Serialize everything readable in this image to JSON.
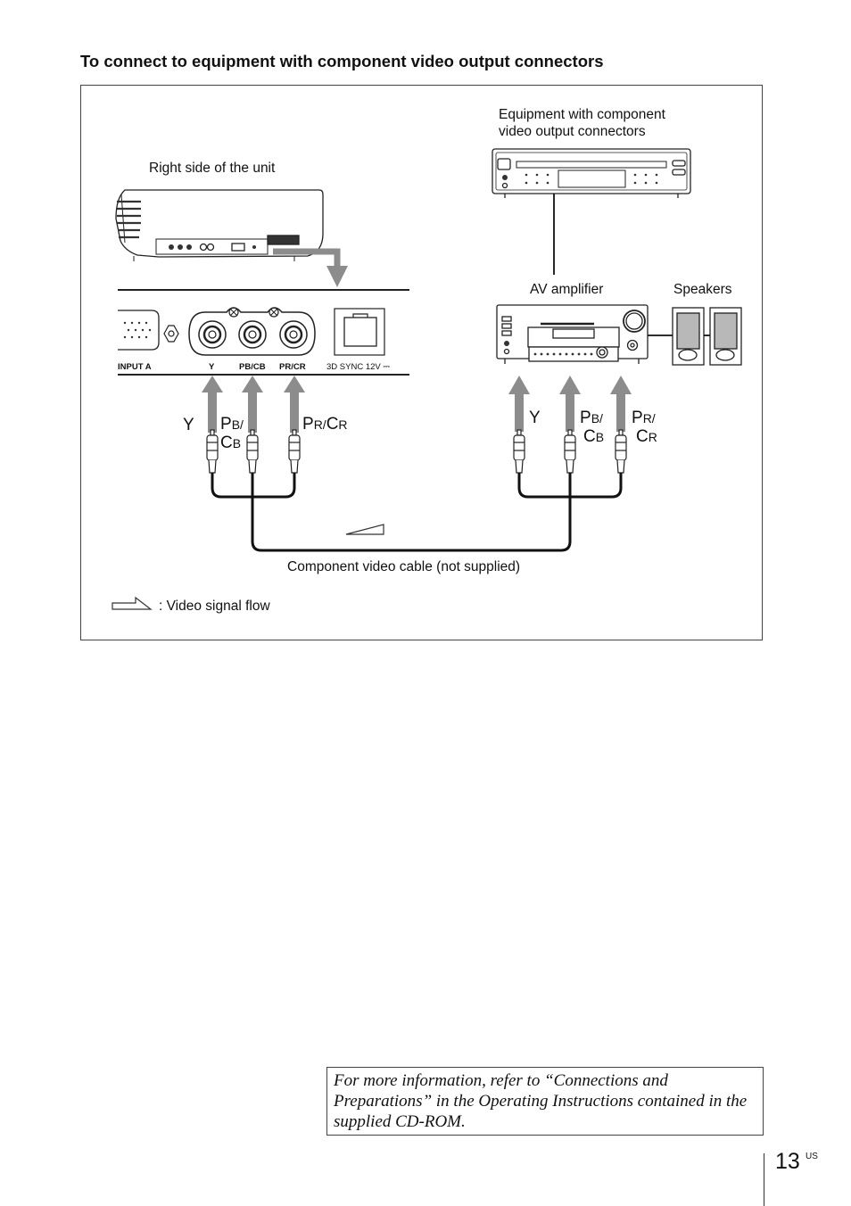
{
  "heading": "To connect to equipment with component video output connectors",
  "diagram": {
    "label_unit_side": "Right side of the unit",
    "label_equipment_line1": "Equipment with component",
    "label_equipment_line2": "video output connectors",
    "label_av_amplifier": "AV amplifier",
    "label_speakers": "Speakers",
    "panel_input_a": "INPUT A",
    "panel_y": "Y",
    "panel_pb": "PB/CB",
    "panel_pr": "PR/CR",
    "panel_sync": "3D SYNC 12V ⎓",
    "left_y": "Y",
    "left_pb_a": "P",
    "left_pb_b": "B/",
    "left_pb_c": "C",
    "left_pb_d": "B",
    "left_pr_a": "P",
    "left_pr_b": "R/",
    "left_pr_c": "C",
    "left_pr_d": "R",
    "right_y": "Y",
    "right_pb_a": "P",
    "right_pb_b": "B/",
    "right_pb_c": "C",
    "right_pb_d": "B",
    "right_pr_a": "P",
    "right_pr_b": "R/",
    "right_pr_c": "C",
    "right_pr_d": "R",
    "cable_label": "Component video cable (not supplied)",
    "legend_label": ": Video signal flow"
  },
  "note": "For more information, refer to “Connections and Preparations” in the Operating Instructions contained in the supplied CD-ROM.",
  "page_number": "13",
  "page_suffix": "US",
  "colors": {
    "arrow_gray": "#8c8c8c",
    "line": "#222222",
    "screen_gray": "#b8b8b8"
  }
}
